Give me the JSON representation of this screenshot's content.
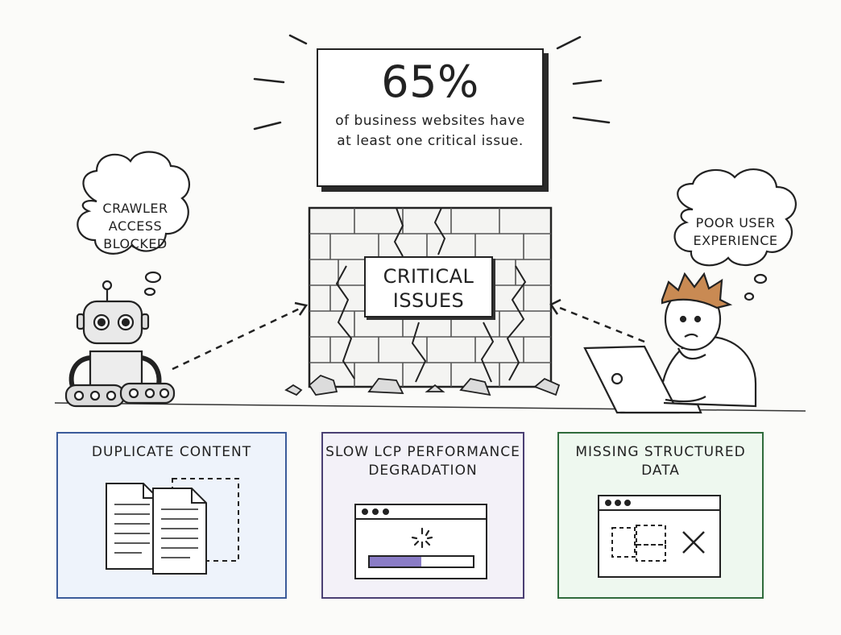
{
  "stat": {
    "number": "65%",
    "caption": "of business websites have at least one critical issue."
  },
  "bubbles": {
    "left": "CRAWLER ACCESS BLOCKED",
    "right": "POOR USER EXPERIENCE"
  },
  "wall_sign": "CRITICAL ISSUES",
  "panels": [
    {
      "title": "DUPLICATE  CONTENT",
      "color": "#3b5b9a",
      "bg": "#eef3fb"
    },
    {
      "title": "SLOW LCP PERFORMANCE DEGRADATION",
      "color": "#4a3f73",
      "bg": "#f3f1f8"
    },
    {
      "title": "MISSING STRUCTURED DATA",
      "color": "#2f6b3c",
      "bg": "#eef8ef"
    }
  ],
  "progress_fraction": 0.5
}
